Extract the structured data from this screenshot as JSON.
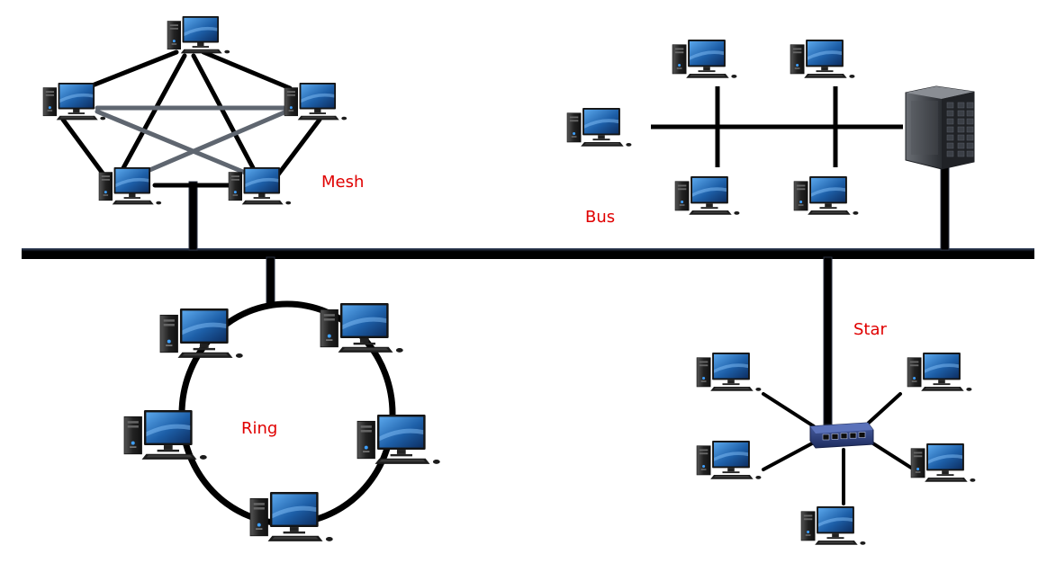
{
  "colors": {
    "background": "#ffffff",
    "label": "#e00000",
    "cable": "#000000",
    "cable_edge": "#2a3140",
    "mesh_back": "#5f6670",
    "screen": "#1d5fa8",
    "case": "#2b2b2b",
    "switch": "#2c3f7c",
    "server": "#3a3d42"
  },
  "labels": {
    "mesh": "Mesh",
    "bus": "Bus",
    "ring": "Ring",
    "star": "Star"
  },
  "icons": {
    "workstation": "desktop-computer-icon",
    "server": "server-rack-icon",
    "switch": "network-switch-icon"
  },
  "topologies": [
    {
      "name": "mesh",
      "node_count": 5
    },
    {
      "name": "bus",
      "node_count": 5
    },
    {
      "name": "ring",
      "node_count": 5
    },
    {
      "name": "star",
      "node_count": 5
    }
  ]
}
